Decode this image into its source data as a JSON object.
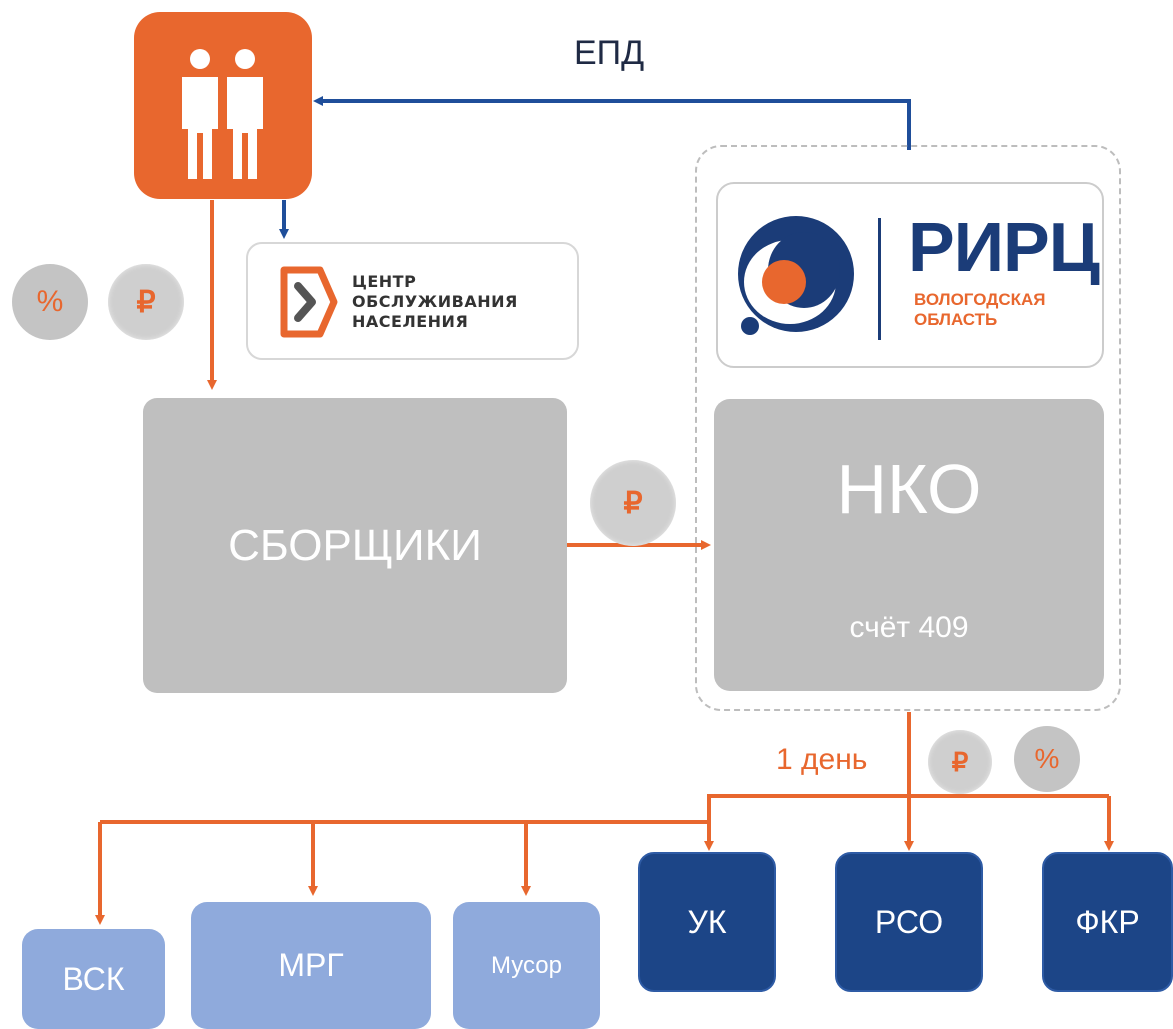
{
  "top_label": "ЕПД",
  "csn": {
    "lines": [
      "ЦЕНТР",
      "ОБСЛУЖИВАНИЯ",
      "НАСЕЛЕНИЯ"
    ]
  },
  "badges": {
    "percent": "%",
    "ruble": "₽"
  },
  "collectors": {
    "label": "СБОРЩИКИ"
  },
  "rirc": {
    "title": "РИРЦ",
    "subtitle": [
      "ВОЛОГОДСКАЯ",
      "ОБЛАСТЬ"
    ]
  },
  "nko": {
    "title": "НКО",
    "account": "счёт 409"
  },
  "transfer_label": "1 день",
  "recipients": {
    "light": [
      "ВСК",
      "МРГ",
      "Мусор"
    ],
    "dark": [
      "УК",
      "РСО",
      "ФКР"
    ]
  },
  "colors": {
    "orange": "#e8672e",
    "navy": "#1c4587",
    "grey": "#bfbfbf",
    "light_blue": "#8faadc"
  }
}
